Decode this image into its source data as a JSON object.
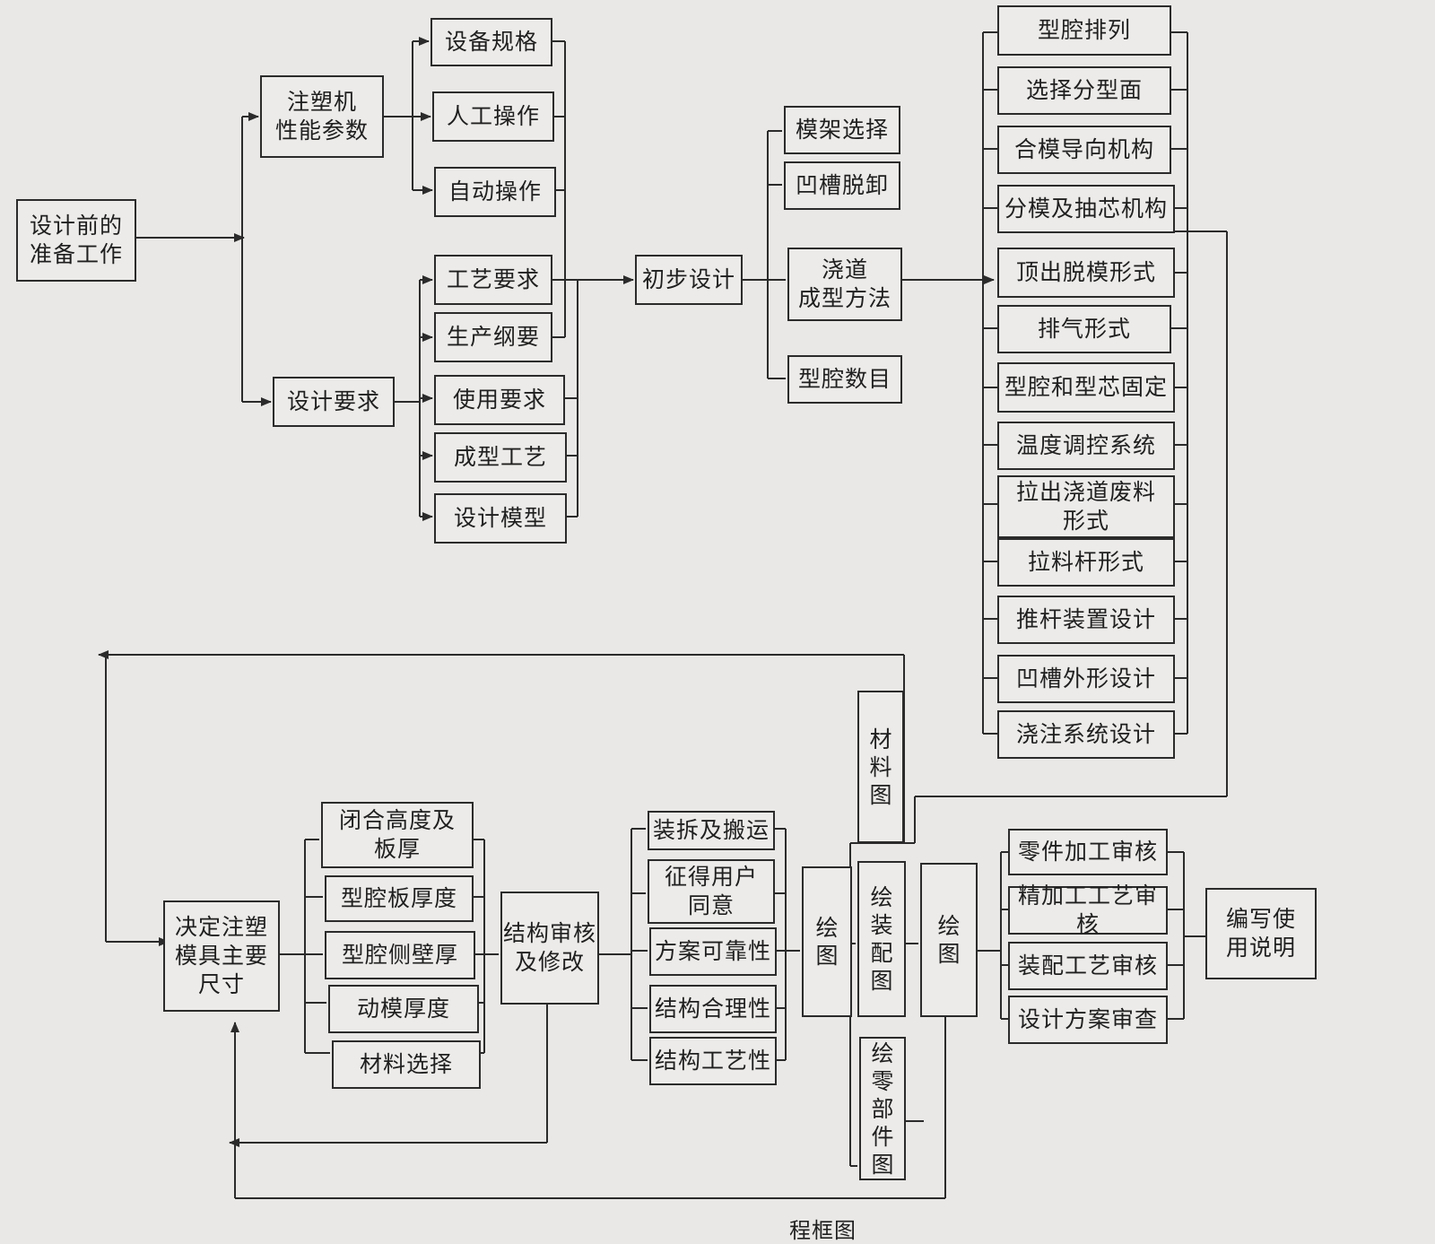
{
  "diagram": {
    "prep": "设计前的\n准备工作",
    "machine": "注塑机\n性能参数",
    "equip_spec": "设备规格",
    "manual_op": "人工操作",
    "auto_op": "自动操作",
    "design_req": "设计要求",
    "process_req": "工艺要求",
    "production": "生产纲要",
    "usage_req": "使用要求",
    "molding_process": "成型工艺",
    "design_model": "设计模型",
    "prelim_design": "初步设计",
    "mold_base": "模架选择",
    "undercut_release": "凹槽脱卸",
    "gate_method": "浇道\n成型方法",
    "cavity_count": "型腔数目",
    "cavity_layout": "型腔排列",
    "parting_surface": "选择分型面",
    "guide_mech": "合模导向机构",
    "core_pull": "分模及抽芯机构",
    "ejection_form": "顶出脱模形式",
    "vent_form": "排气形式",
    "cavity_core_fix": "型腔和型芯固定",
    "temp_control": "温度调控系统",
    "runner_scrap": "拉出浇道废料\n形式",
    "puller_form": "拉料杆形式",
    "push_rod": "推杆装置设计",
    "undercut_shape": "凹槽外形设计",
    "gating_system": "浇注系统设计",
    "material_drawing": "材\n料\n图",
    "assembly_drawing": "绘\n装\n配\n图",
    "parts_drawing": "绘\n零\n部\n件\n图",
    "drawing_left": "绘\n图",
    "drawing_right": "绘\n图",
    "main_dims": "决定注塑\n模具主要\n尺寸",
    "closed_height": "闭合高度及\n板厚",
    "cavity_plate": "型腔板厚度",
    "cavity_wall": "型腔侧壁厚",
    "moving_mold": "动模厚度",
    "material_select": "材料选择",
    "review_modify": "结构审核\n及修改",
    "disassembly": "装拆及搬运",
    "user_consent": "征得用户\n同意",
    "reliability": "方案可靠性",
    "rationality": "结构合理性",
    "structure_process": "结构工艺性",
    "part_review": "零件加工审核",
    "finishing_review": "精加工工艺审核",
    "assembly_review": "装配工艺审核",
    "scheme_review": "设计方案审查",
    "manual": "编写使\n用说明",
    "footer_fragment": "程框图"
  }
}
